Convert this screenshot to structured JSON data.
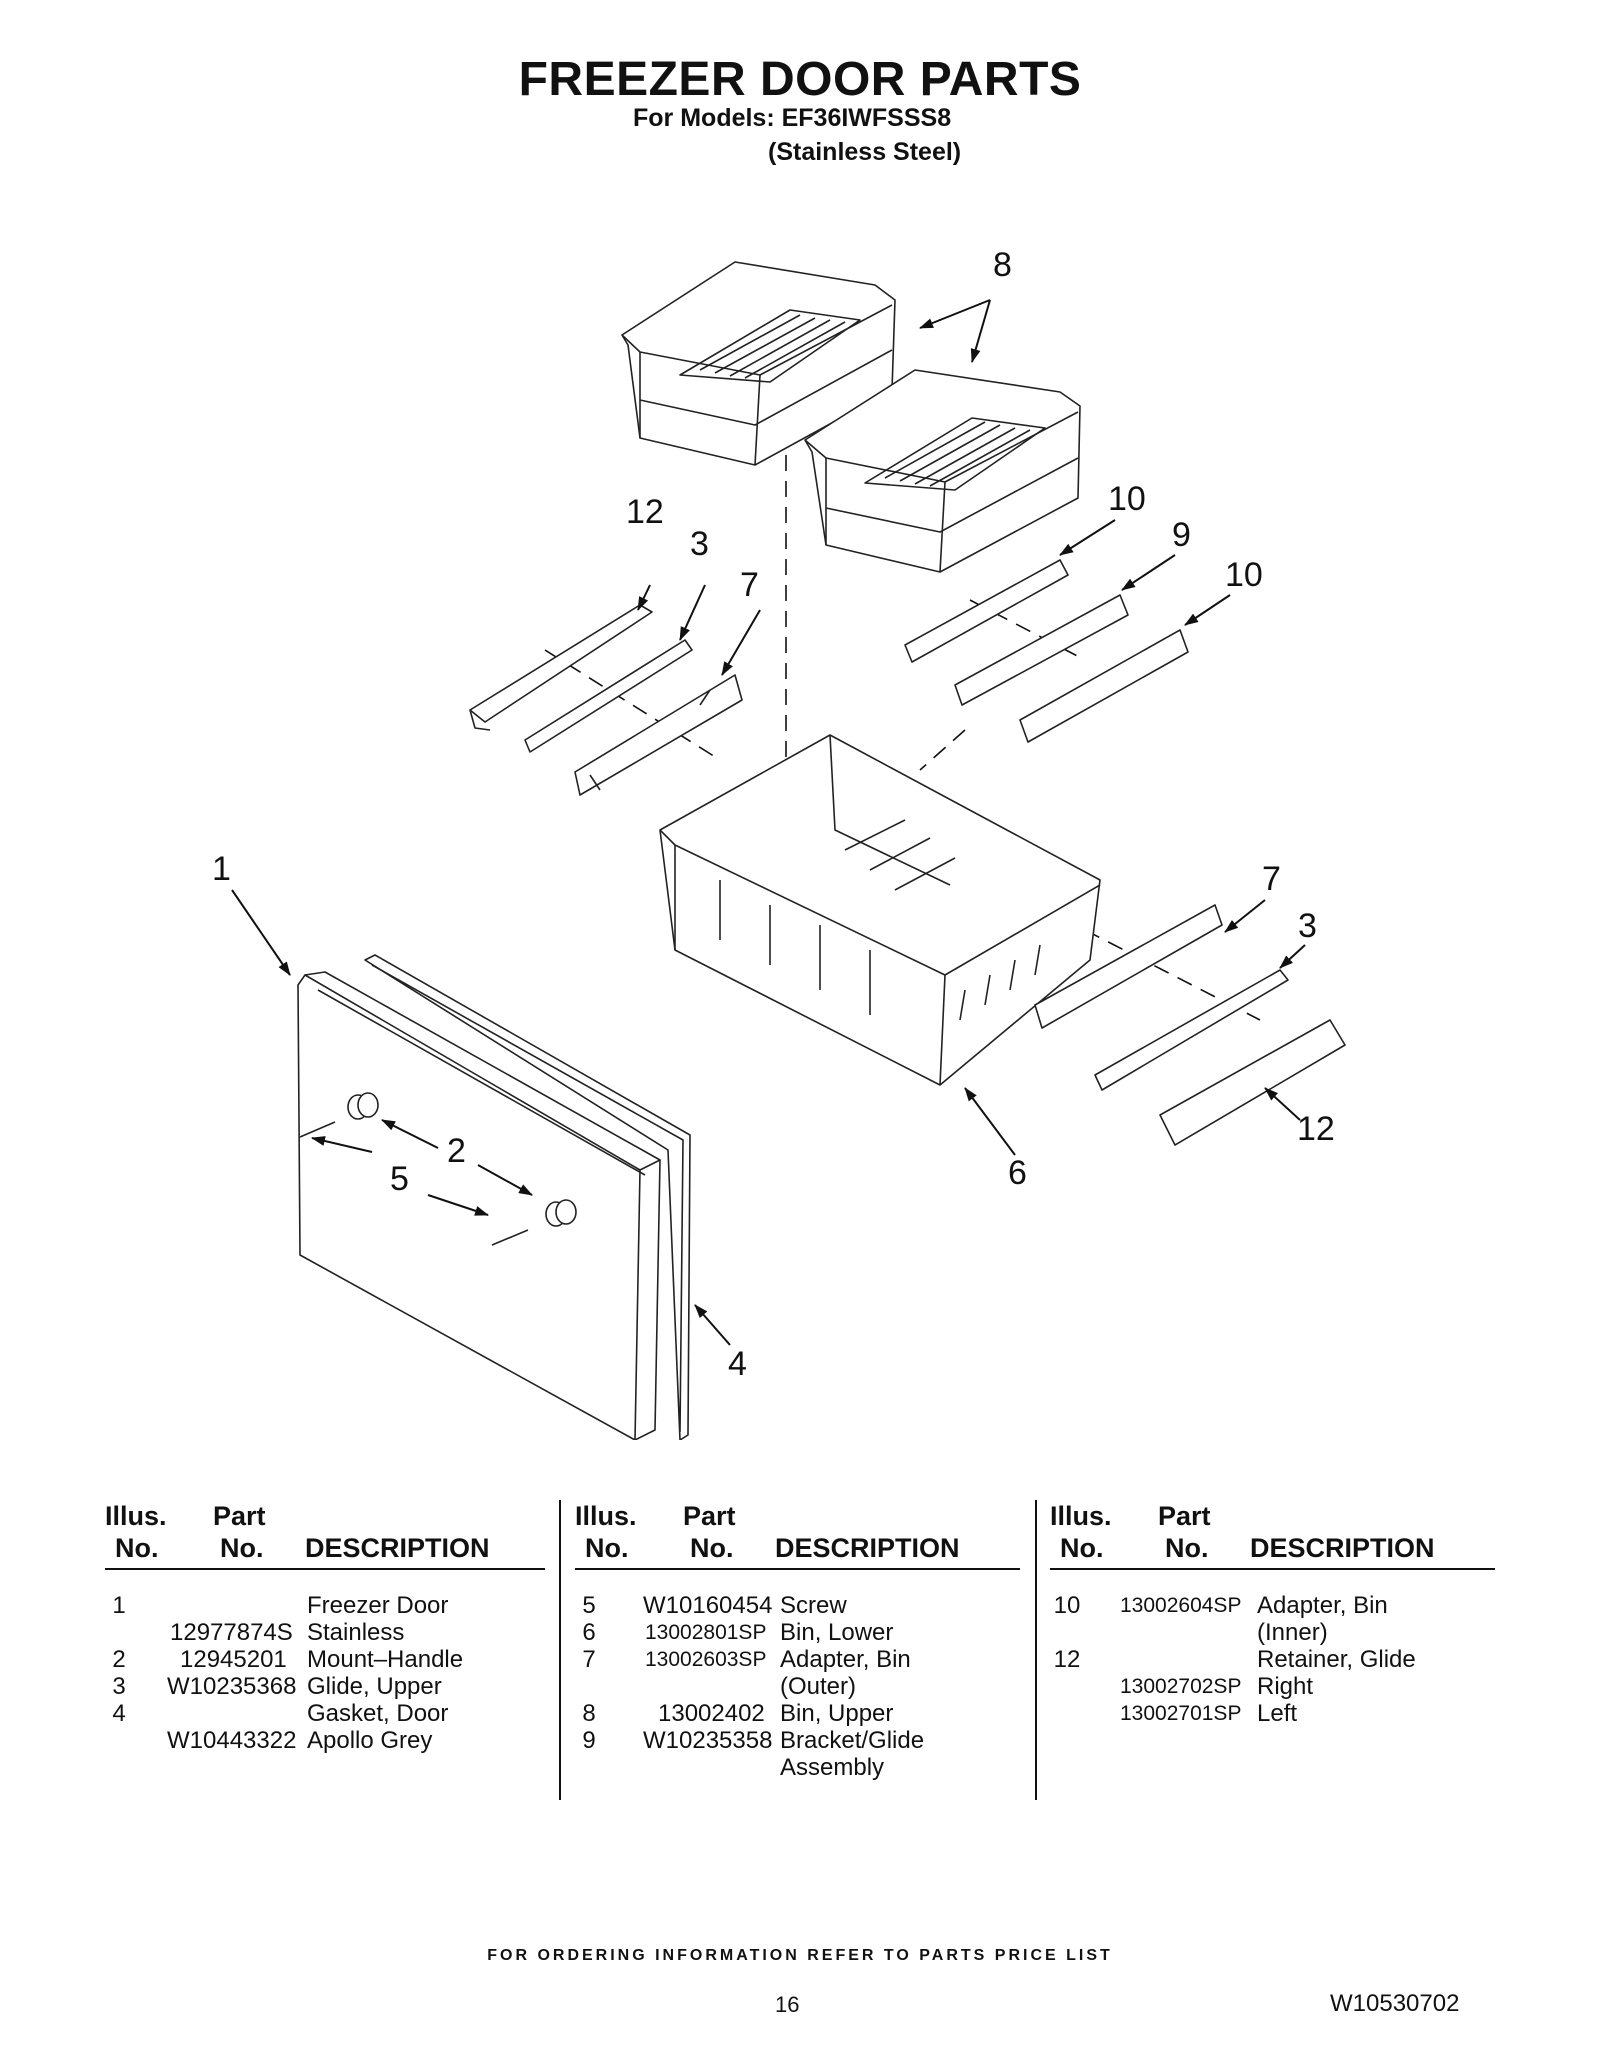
{
  "header": {
    "title": "FREEZER DOOR PARTS",
    "models_line": "For Models: EF36IWFSSS8",
    "finish_line": "(Stainless Steel)"
  },
  "diagram": {
    "callouts": [
      "8",
      "12",
      "3",
      "7",
      "10",
      "9",
      "10",
      "1",
      "7",
      "3",
      "2",
      "5",
      "6",
      "12",
      "4"
    ]
  },
  "table": {
    "headers": {
      "illus_top": "Illus.",
      "illus_bottom": "No.",
      "part_top": "Part",
      "part_bottom": "No.",
      "description": "DESCRIPTION"
    },
    "columns": [
      {
        "rows": [
          {
            "illus": "1",
            "part": "",
            "desc": "Freezer Door"
          },
          {
            "illus": "",
            "part": "12977874S",
            "desc": "Stainless"
          },
          {
            "illus": "2",
            "part": "12945201",
            "desc": "Mount–Handle"
          },
          {
            "illus": "3",
            "part": "W10235368",
            "desc": "Glide, Upper"
          },
          {
            "illus": "4",
            "part": "",
            "desc": "Gasket, Door"
          },
          {
            "illus": "",
            "part": "W10443322",
            "desc": "Apollo Grey"
          }
        ]
      },
      {
        "rows": [
          {
            "illus": "5",
            "part": "W10160454",
            "desc": "Screw"
          },
          {
            "illus": "6",
            "part": "13002801SP",
            "desc": "Bin, Lower"
          },
          {
            "illus": "7",
            "part": "13002603SP",
            "desc": "Adapter, Bin"
          },
          {
            "illus": "",
            "part": "",
            "desc": "(Outer)"
          },
          {
            "illus": "8",
            "part": "13002402",
            "desc": "Bin, Upper"
          },
          {
            "illus": "9",
            "part": "W10235358",
            "desc": "Bracket/Glide"
          },
          {
            "illus": "",
            "part": "",
            "desc": "Assembly"
          }
        ]
      },
      {
        "rows": [
          {
            "illus": "10",
            "part": "13002604SP",
            "desc": "Adapter, Bin"
          },
          {
            "illus": "",
            "part": "",
            "desc": "(Inner)"
          },
          {
            "illus": "12",
            "part": "",
            "desc": "Retainer, Glide"
          },
          {
            "illus": "",
            "part": "13002702SP",
            "desc": "Right"
          },
          {
            "illus": "",
            "part": "13002701SP",
            "desc": "Left"
          }
        ]
      }
    ]
  },
  "footer": {
    "ordering_note": "FOR ORDERING INFORMATION REFER TO PARTS PRICE LIST",
    "page_number": "16",
    "document_number": "W10530702"
  }
}
